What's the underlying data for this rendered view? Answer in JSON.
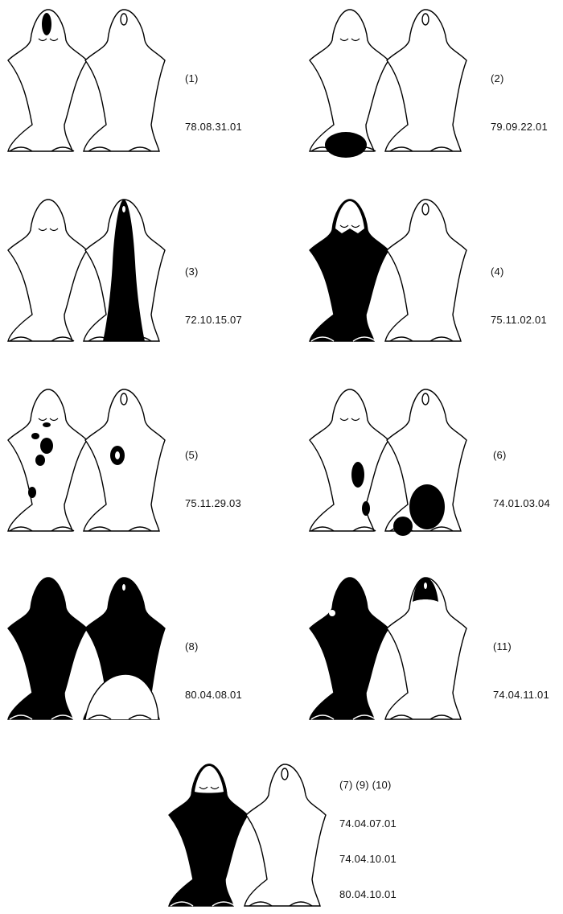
{
  "panels": [
    {
      "number": "(1)",
      "codes": [
        "78.08.31.01"
      ]
    },
    {
      "number": "(2)",
      "codes": [
        "79.09.22.01"
      ]
    },
    {
      "number": "(3)",
      "codes": [
        "72.10.15.07"
      ]
    },
    {
      "number": "(4)",
      "codes": [
        "75.11.02.01"
      ]
    },
    {
      "number": "(5)",
      "codes": [
        "75.11.29.03"
      ]
    },
    {
      "number": "(6)",
      "codes": [
        "74.01.03.04"
      ]
    },
    {
      "number": "(8)",
      "codes": [
        "80.04.08.01"
      ]
    },
    {
      "number": "(11)",
      "codes": [
        "74.04.11.01"
      ]
    },
    {
      "number": "(7) (9) (10)",
      "codes": [
        "74.04.07.01",
        "74.04.10.01",
        "80.04.10.01"
      ]
    }
  ],
  "colors": {
    "ink": "#000000",
    "paper": "#ffffff"
  }
}
